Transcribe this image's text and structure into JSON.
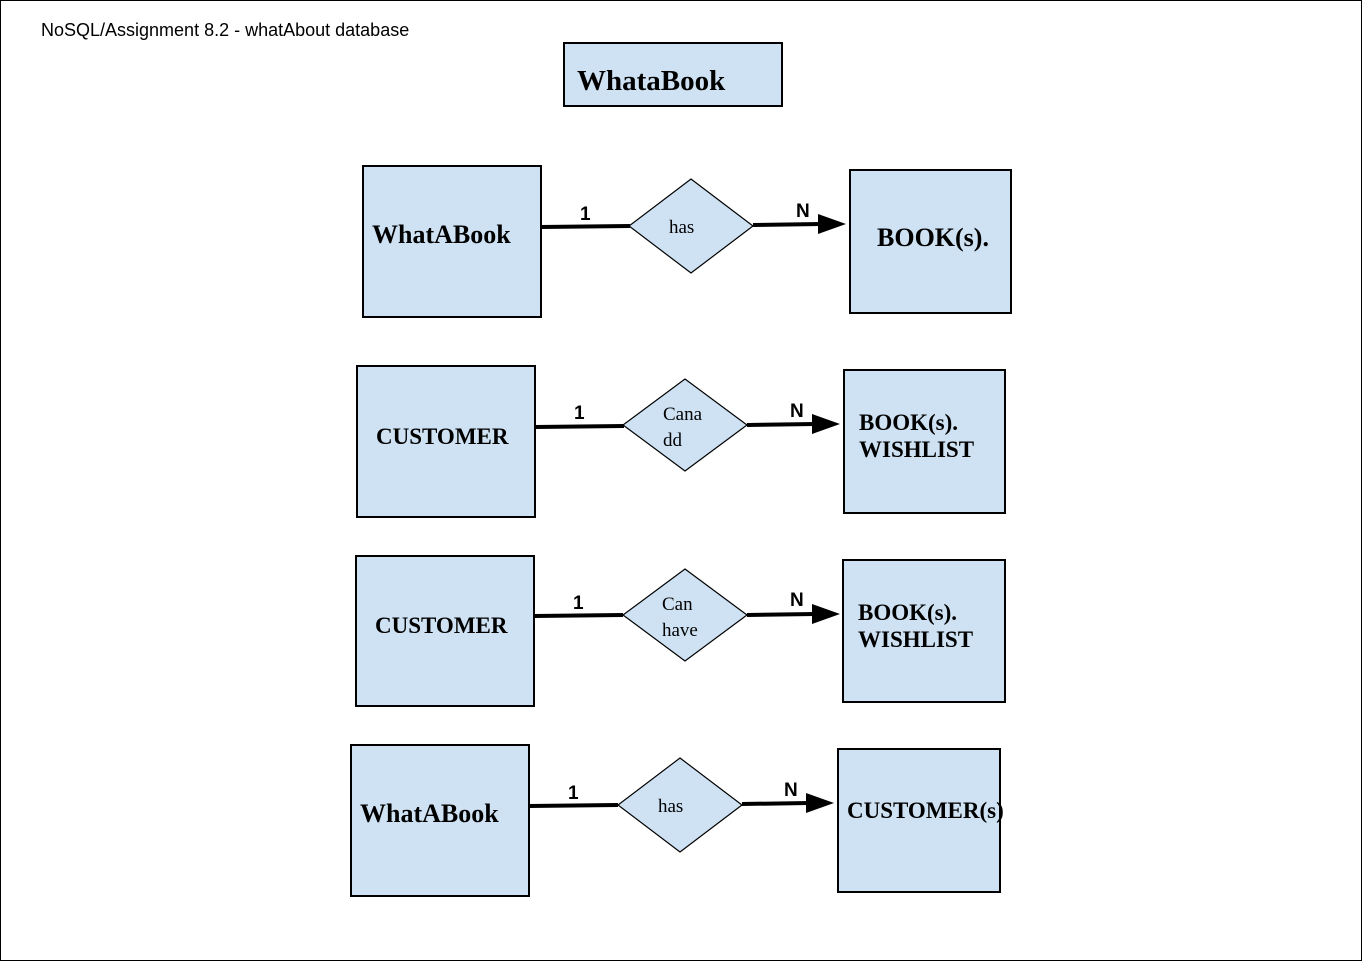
{
  "document": {
    "title": "NoSQL/Assignment 8.2 - whatAbout database"
  },
  "diagram": {
    "header": "WhataBook",
    "relationships": [
      {
        "left_entity": [
          "WhatABook"
        ],
        "relationship": [
          "has"
        ],
        "left_cardinality": "1",
        "right_cardinality": "N",
        "right_entity": [
          "BOOK(s)."
        ]
      },
      {
        "left_entity": [
          "CUSTOMER"
        ],
        "relationship": [
          "Cana",
          "dd"
        ],
        "left_cardinality": "1",
        "right_cardinality": "N",
        "right_entity": [
          "BOOK(s).",
          "WISHLIST"
        ]
      },
      {
        "left_entity": [
          "CUSTOMER"
        ],
        "relationship": [
          "Can",
          "have"
        ],
        "left_cardinality": "1",
        "right_cardinality": "N",
        "right_entity": [
          "BOOK(s).",
          "WISHLIST"
        ]
      },
      {
        "left_entity": [
          "WhatABook"
        ],
        "relationship": [
          "has"
        ],
        "left_cardinality": "1",
        "right_cardinality": "N",
        "right_entity": [
          "CUSTOMER(s)"
        ]
      }
    ],
    "colors": {
      "box_fill": "#cfe2f3",
      "stroke": "#000000"
    }
  }
}
